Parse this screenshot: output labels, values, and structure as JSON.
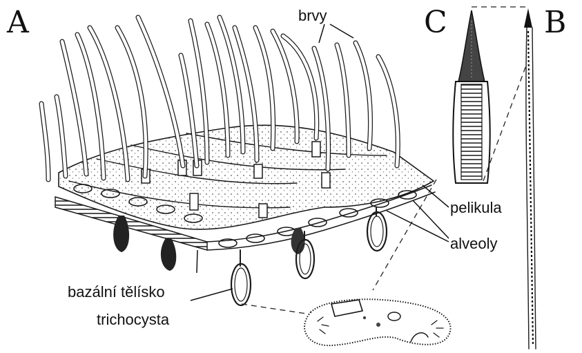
{
  "panels": {
    "a": "A",
    "b": "B",
    "c": "C"
  },
  "labels": {
    "cilia": "brvy",
    "pellicle": "pelikula",
    "alveoli": "alveoly",
    "basal_body": "bazální tělísko",
    "trichocyst": "trichocysta"
  }
}
